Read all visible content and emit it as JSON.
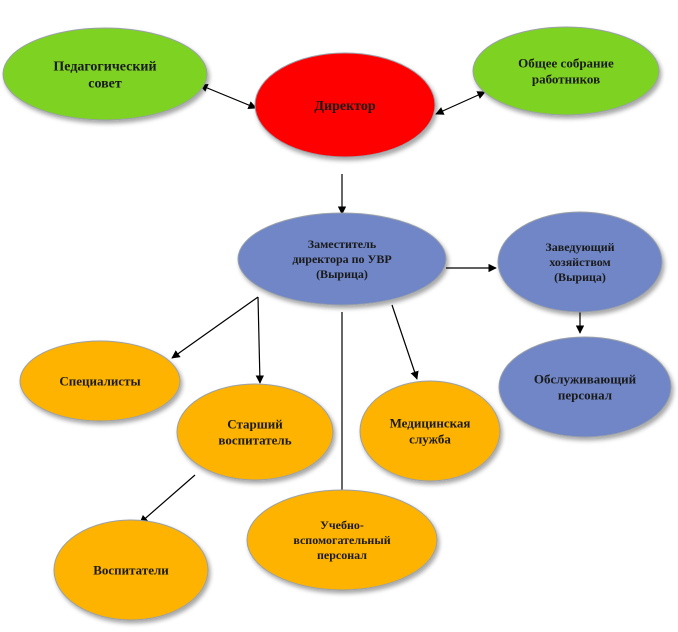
{
  "colors": {
    "green": "#7ed321",
    "red": "#ff0000",
    "blue": "#6f86c6",
    "orange": "#fdb300",
    "outline": "#9aa0a8"
  },
  "nodes": {
    "ped_council": {
      "lines": [
        "Педагогический",
        "совет"
      ],
      "color": "green"
    },
    "director": {
      "lines": [
        "Директор"
      ],
      "color": "red"
    },
    "general_meeting": {
      "lines": [
        "Общее собрание",
        "работников"
      ],
      "color": "green"
    },
    "deputy": {
      "lines": [
        "Заместитель",
        "директора по УВР",
        "(Вырица)"
      ],
      "color": "blue"
    },
    "manager": {
      "lines": [
        "Заведующий",
        "хозяйством",
        "(Вырица)"
      ],
      "color": "blue"
    },
    "specialists": {
      "lines": [
        "Специалисты"
      ],
      "color": "orange"
    },
    "senior_educator": {
      "lines": [
        "Старший",
        "воспитатель"
      ],
      "color": "orange"
    },
    "medical": {
      "lines": [
        "Медицинская",
        "служба"
      ],
      "color": "orange"
    },
    "service_staff": {
      "lines": [
        "Обслуживающий",
        "персонал"
      ],
      "color": "blue"
    },
    "educators": {
      "lines": [
        "Воспитатели"
      ],
      "color": "orange"
    },
    "support_staff": {
      "lines": [
        "Учебно-",
        "вспомогательный",
        "персонал"
      ],
      "color": "orange"
    }
  },
  "edges": [
    {
      "from": "ped_council",
      "to": "director",
      "bidirectional": true
    },
    {
      "from": "director",
      "to": "general_meeting",
      "bidirectional": true
    },
    {
      "from": "director",
      "to": "deputy",
      "bidirectional": false
    },
    {
      "from": "deputy",
      "to": "manager",
      "bidirectional": false
    },
    {
      "from": "manager",
      "to": "service_staff",
      "bidirectional": false
    },
    {
      "from": "deputy",
      "to": "specialists",
      "bidirectional": false
    },
    {
      "from": "deputy",
      "to": "senior_educator",
      "bidirectional": false
    },
    {
      "from": "deputy",
      "to": "medical",
      "bidirectional": false
    },
    {
      "from": "deputy",
      "to": "support_staff",
      "bidirectional": false
    },
    {
      "from": "senior_educator",
      "to": "educators",
      "bidirectional": false
    }
  ]
}
